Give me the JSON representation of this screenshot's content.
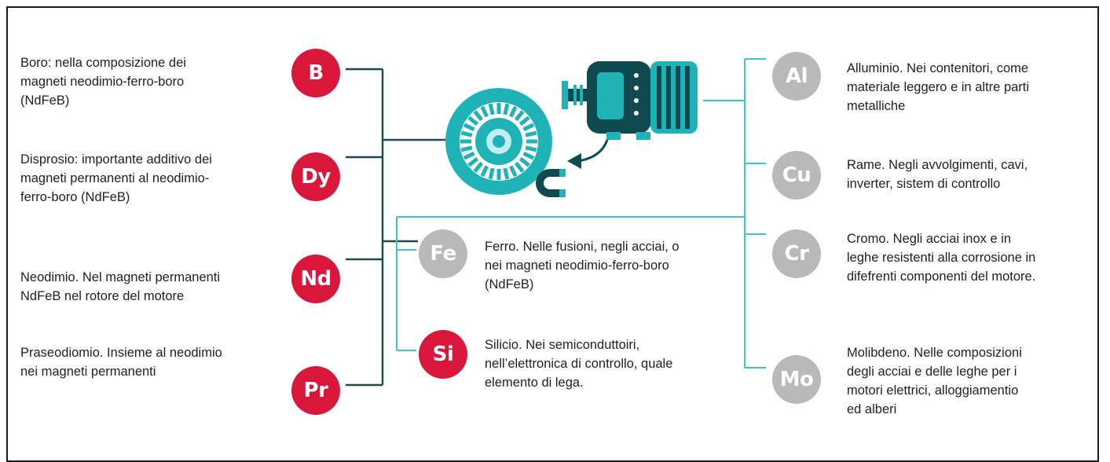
{
  "colors": {
    "red_badge": "#d8173a",
    "gray_badge": "#b9b9b9",
    "dark_line": "#1e4a52",
    "teal_line": "#3bc6cc",
    "motor_teal": "#1fb3b8",
    "motor_dark": "#0f4a50"
  },
  "left_elements": [
    {
      "symbol": "B",
      "lines": [
        "Boro: nella composizione dei",
        "magneti neodimio-ferro-boro",
        "(NdFeB)"
      ]
    },
    {
      "symbol": "Dy",
      "lines": [
        "Disprosio: importante additivo dei",
        "magneti permanenti al neodimio-",
        "ferro-boro (NdFeB)"
      ]
    },
    {
      "symbol": "Nd",
      "lines": [
        "Neodimio. Nel magneti permanenti",
        "NdFeB nel rotore del motore"
      ]
    },
    {
      "symbol": "Pr",
      "lines": [
        "Praseodiomio. Insieme al neodimio",
        "nei magneti permanenti"
      ]
    }
  ],
  "center_elements": [
    {
      "symbol": "Fe",
      "lines": [
        "Ferro. Nelle fusioni, negli acciai, o",
        "nei magneti neodimio-ferro-boro",
        "(NdFeB)"
      ]
    },
    {
      "symbol": "Si",
      "lines": [
        "Silicio. Nei semiconduttoiri,",
        "nell’elettronica di controllo, quale",
        "elemento di lega."
      ]
    }
  ],
  "right_elements": [
    {
      "symbol": "Al",
      "lines": [
        "Alluminio. Nei contenitori, come",
        "materiale leggero e in altre parti",
        "metalliche"
      ]
    },
    {
      "symbol": "Cu",
      "lines": [
        "Rame. Negli avvolgimenti, cavi,",
        "inverter, sistem di controllo"
      ]
    },
    {
      "symbol": "Cr",
      "lines": [
        "Cromo. Negli acciai inox e in",
        "leghe resistenti alla corrosione in",
        "difefrenti componenti del motore."
      ]
    },
    {
      "symbol": "Mo",
      "lines": [
        "Molibdeno. Nelle composizioni",
        "degli acciai e delle leghe per i",
        "motori elettrici, alloggiamentio",
        "ed alberi"
      ]
    }
  ],
  "icons": [
    "rotor-icon",
    "electric-motor-icon",
    "magnet-icon",
    "curved-arrow-icon"
  ]
}
